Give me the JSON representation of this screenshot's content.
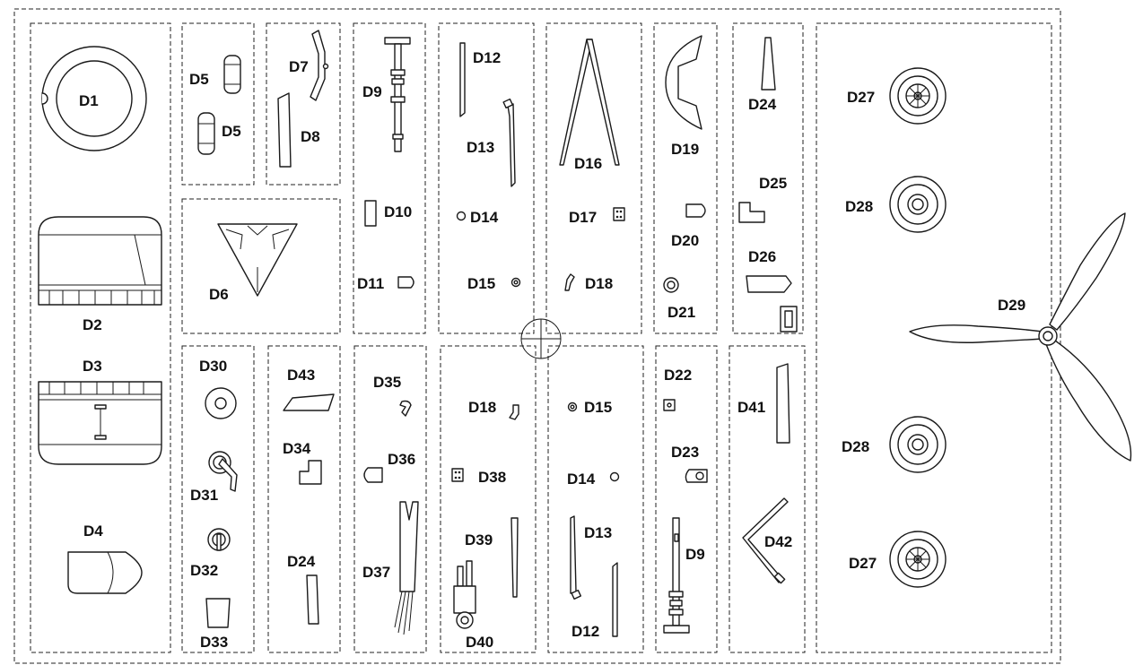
{
  "sheet": {
    "parts": {
      "D1": "D1",
      "D2": "D2",
      "D3": "D3",
      "D4": "D4",
      "D5a": "D5",
      "D5b": "D5",
      "D6": "D6",
      "D7": "D7",
      "D8": "D8",
      "D9a": "D9",
      "D9b": "D9",
      "D10": "D10",
      "D11": "D11",
      "D12a": "D12",
      "D12b": "D12",
      "D13a": "D13",
      "D13b": "D13",
      "D14a": "D14",
      "D14b": "D14",
      "D15a": "D15",
      "D15b": "D15",
      "D16": "D16",
      "D17": "D17",
      "D18a": "D18",
      "D18b": "D18",
      "D19": "D19",
      "D20": "D20",
      "D21": "D21",
      "D22": "D22",
      "D23": "D23",
      "D24a": "D24",
      "D24b": "D24",
      "D25": "D25",
      "D26": "D26",
      "D27a": "D27",
      "D27b": "D27",
      "D28a": "D28",
      "D28b": "D28",
      "D29": "D29",
      "D30": "D30",
      "D31": "D31",
      "D32": "D32",
      "D33": "D33",
      "D34": "D34",
      "D35": "D35",
      "D36": "D36",
      "D37": "D37",
      "D38": "D38",
      "D39": "D39",
      "D40": "D40",
      "D41": "D41",
      "D42": "D42",
      "D43": "D43"
    }
  },
  "colors": {
    "line": "#1a1a1a",
    "frame": "#222222",
    "background": "#ffffff"
  }
}
